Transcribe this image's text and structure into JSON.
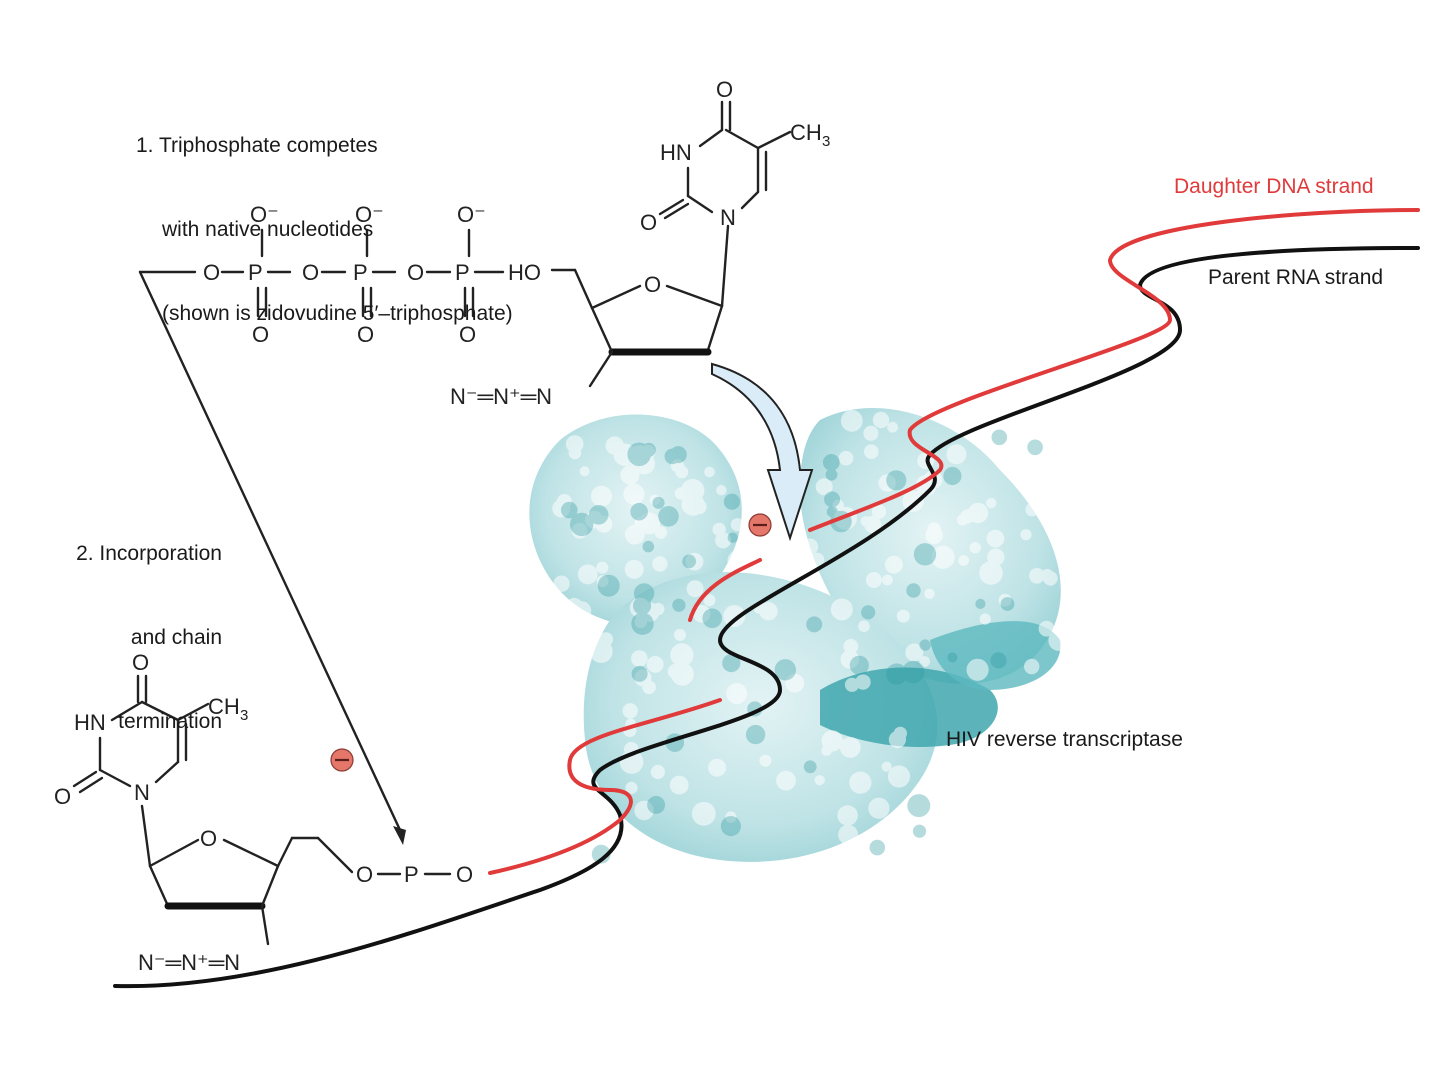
{
  "labels": {
    "step1": [
      "1. Triphosphate competes",
      "with native nucleotides",
      "(shown is zidovudine 5′–triphosphate)"
    ],
    "step2": [
      "2. Incorporation",
      "and chain",
      "termination"
    ],
    "daughter_strand": "Daughter DNA strand",
    "parent_strand": "Parent RNA strand",
    "enzyme": "HIV reverse transcriptase"
  },
  "chemistry": {
    "o_minus": "O⁻",
    "o": "O",
    "p": "P",
    "ho": "HO",
    "n": "N",
    "hn": "HN",
    "ch3": "CH",
    "ch3_sub": "3",
    "azide": "N⁻═N⁺═N",
    "minus": "−"
  },
  "colors": {
    "daughter_dna": "#e03a3a",
    "parent_rna": "#111111",
    "enzyme_light": "#c9e7ea",
    "enzyme_mid": "#8ccdd2",
    "enzyme_dark": "#3fa7ae",
    "arrow_fill": "#d9ecf7",
    "charge": "#e4766a"
  }
}
